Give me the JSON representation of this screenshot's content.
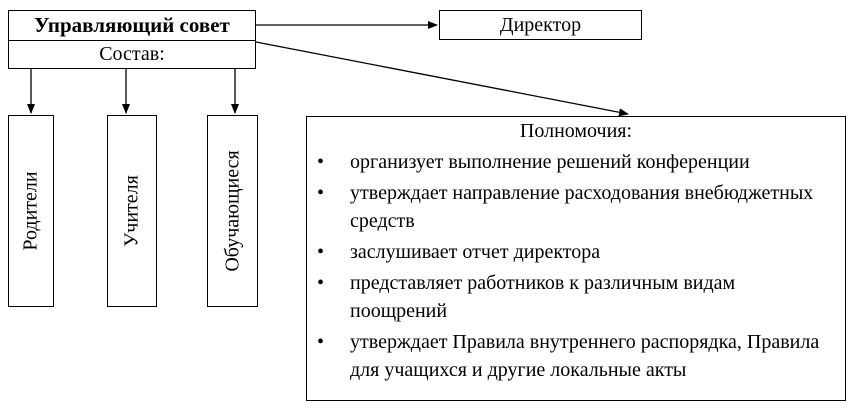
{
  "council": {
    "title": "Управляющий совет",
    "composition_label": "Состав:"
  },
  "director": {
    "label": "Директор"
  },
  "members": [
    {
      "label": "Родители"
    },
    {
      "label": "Учителя"
    },
    {
      "label": "Обучающиеся"
    }
  ],
  "powers": {
    "title": "Полномочия:",
    "bullet": "•",
    "items": [
      "организует выполнение решений конференции",
      "утверждает направление расходования внебюджетных средств",
      "заслушивает отчет директора",
      "представляет работников к различным видам поощрений",
      "утверждает Правила внутреннего распорядка, Правила для учащихся и другие локальные акты"
    ]
  },
  "colors": {
    "line": "#000000",
    "background": "#ffffff"
  }
}
